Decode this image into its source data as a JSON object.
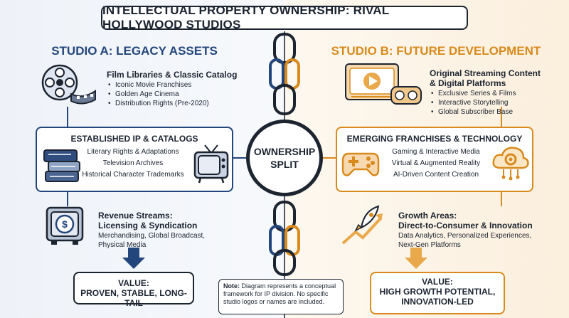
{
  "title": "INTELLECTUAL PROPERTY OWNERSHIP: RIVAL HOLLYWOOD STUDIOS",
  "studio_a": {
    "heading": "STUDIO A: LEGACY ASSETS",
    "film": {
      "title": "Film Libraries & Classic Catalog",
      "bullets": [
        "Iconic Movie Franchises",
        "Golden Age Cinema",
        "Distribution Rights (Pre-2020)"
      ]
    },
    "established": {
      "title": "ESTABLISHED IP & CATALOGS",
      "items": [
        "Literary Rights & Adaptations",
        "Television Archives",
        "Historical Character Trademarks"
      ]
    },
    "revenue": {
      "title_line1": "Revenue Streams:",
      "title_line2": "Licensing & Syndication",
      "desc_line1": "Merchandising, Global Broadcast,",
      "desc_line2": "Physical Media"
    },
    "value": {
      "label": "VALUE:",
      "text": "PROVEN, STABLE, LONG-TAIL"
    }
  },
  "studio_b": {
    "heading": "STUDIO B: FUTURE DEVELOPMENT",
    "streaming": {
      "title_line1": "Original Streaming Content",
      "title_line2": "& Digital Platforms",
      "bullets": [
        "Exclusive Series & Films",
        "Interactive Storytelling",
        "Global Subscriber Base"
      ]
    },
    "emerging": {
      "title": "EMERGING FRANCHISES & TECHNOLOGY",
      "items": [
        "Gaming & Interactive Media",
        "Virtual & Augmented Reality",
        "AI-Driven Content Creation"
      ]
    },
    "growth": {
      "title_line1": "Growth Areas:",
      "title_line2": "Direct-to-Consumer & Innovation",
      "desc_line1": "Data Analytics, Personalized Experiences,",
      "desc_line2": "Next-Gen Platforms"
    },
    "value": {
      "label": "VALUE:",
      "text_line1": "HIGH GROWTH POTENTIAL,",
      "text_line2": "INNOVATION-LED"
    }
  },
  "center": {
    "line1": "OWNERSHIP",
    "line2": "SPLIT"
  },
  "note": {
    "bold": "Note:",
    "text": " Diagram represents a conceptual framework for IP division. No specific studio logos or names are included."
  },
  "colors": {
    "navy": "#23467c",
    "orange": "#d98a1c",
    "dark": "#1c2430"
  },
  "icons": {
    "film_reel": "film-reel-icon",
    "books": "books-icon",
    "tv": "tv-icon",
    "safe": "safe-dollar-icon",
    "video_player": "video-player-icon",
    "vr_headset": "vr-headset-icon",
    "gamepad": "gamepad-icon",
    "cloud_gear": "cloud-gear-icon",
    "rocket": "rocket-growth-icon"
  }
}
